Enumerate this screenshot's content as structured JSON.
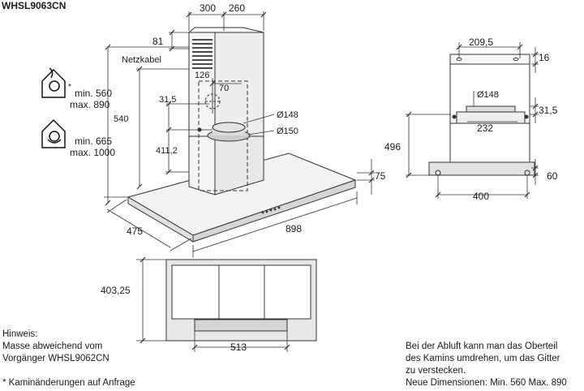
{
  "model": "WHSL9063CN",
  "hood": {
    "chimney_depth": "300",
    "chimney_width": "260",
    "top_offset": "81",
    "power_cable": "Netzkabel",
    "cable_pos": "126",
    "cable_offset": "70",
    "outlet_offset": "31,5",
    "outlet_d1": "Ø148",
    "outlet_d2": "Ø150",
    "height_540": "540",
    "height_411": "411,2",
    "canopy_height": "75",
    "depth": "475",
    "width": "898"
  },
  "exhaust": {
    "symbol": "exhaust-mode-icon",
    "star": "*",
    "min": "min. 560",
    "max": "max. 890"
  },
  "recirc": {
    "symbol": "recirculation-mode-icon",
    "min": "min. 665",
    "max": "max. 1000"
  },
  "side": {
    "top_width": "209,5",
    "top_height": "16",
    "outlet_d": "Ø148",
    "outlet_offset": "31,5",
    "inner_width": "232",
    "height": "496",
    "bottom_height": "60",
    "bottom_width": "400"
  },
  "bottom": {
    "depth": "403,25",
    "width": "513"
  },
  "notes": {
    "left": [
      "Hinweis:",
      "Masse abweichend vom",
      "Vorgänger WHSL9062CN"
    ],
    "footnote": "* Kaminänderungen auf Anfrage",
    "right": [
      "Bei der Abluft kann man das Oberteil",
      "des Kamins umdrehen, um das Gitter",
      "zu verstecken.",
      "Neue Dimensionen: Min. 560 Max. 890"
    ]
  }
}
